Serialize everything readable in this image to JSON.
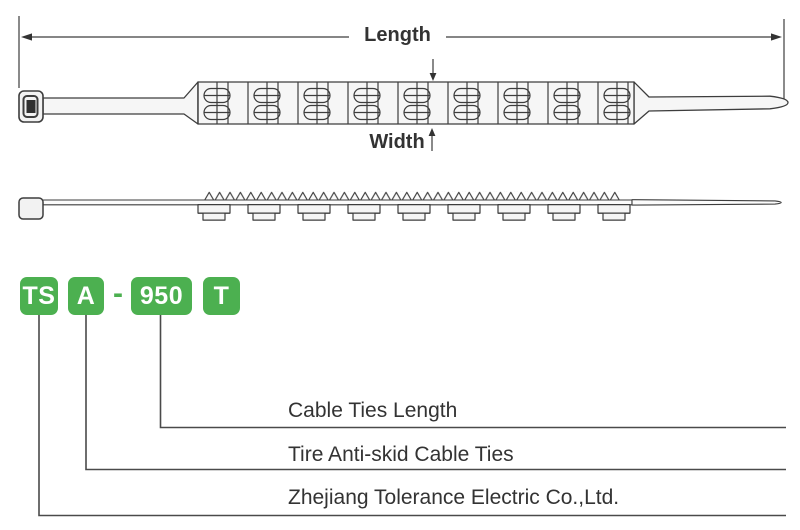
{
  "colors": {
    "accent_green": "#4CB050",
    "diagram_line": "#3D3D3D",
    "text": "#333333"
  },
  "dimensions": {
    "length_label": "Length",
    "width_label": "Width"
  },
  "part_number": {
    "boxes": [
      {
        "text": "TS"
      },
      {
        "text": "A"
      },
      {
        "text": "950"
      },
      {
        "text": "T"
      }
    ],
    "separator": "-"
  },
  "callouts": [
    {
      "code": "950",
      "label": "Cable Ties Length"
    },
    {
      "code": "A",
      "label": "Tire Anti-skid Cable Ties"
    },
    {
      "code": "TS",
      "label": "Zhejiang Tolerance Electric Co.,Ltd."
    }
  ]
}
